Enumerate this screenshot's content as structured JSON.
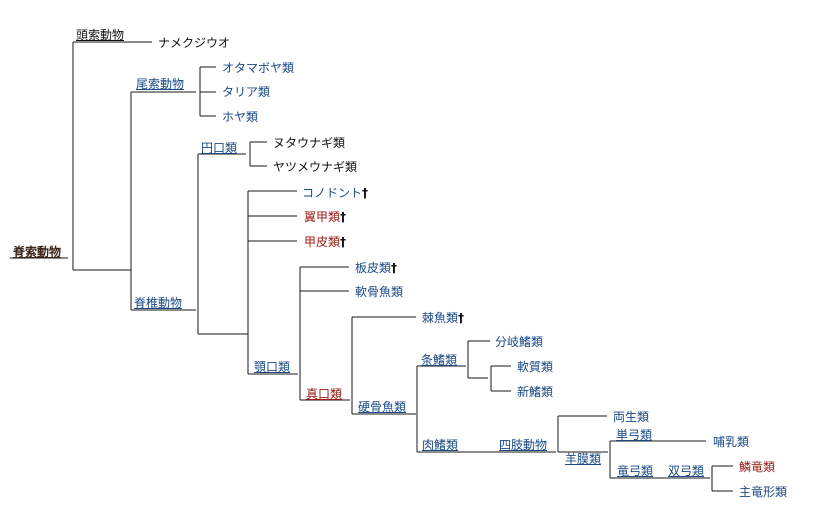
{
  "tree": {
    "root": "脊索動物",
    "nodes": {
      "cephalochordata": "頭索動物",
      "amphioxus": "ナメクジウオ",
      "urochordata": "尾索動物",
      "appendicularia": "オタマボヤ類",
      "thaliacea": "タリア類",
      "ascidiacea": "ホヤ類",
      "vertebrata": "脊椎動物",
      "cyclostomata": "円口類",
      "hagfish": "ヌタウナギ類",
      "lamprey": "ヤツメウナギ類",
      "conodont": "コノドント",
      "pteraspidomorphi": "翼甲類",
      "cephalaspidomorphi": "甲皮類",
      "gnathostomata": "顎口類",
      "placodermi": "板皮類",
      "chondrichthyes": "軟骨魚類",
      "teleostomi": "真口類",
      "acanthodii": "棘魚類",
      "osteichthyes": "硬骨魚類",
      "actinopterygii": "条鰭類",
      "cladistia": "分岐鰭類",
      "chondrostei": "軟質類",
      "neopterygii": "新鰭類",
      "sarcopterygii": "肉鰭類",
      "tetrapoda": "四肢動物",
      "amphibia": "両生類",
      "amniota": "羊膜類",
      "synapsida": "単弓類",
      "mammalia": "哺乳類",
      "reptiliomorpha": "竜弓類",
      "diapsida": "双弓類",
      "lepidosauria": "鱗竜類",
      "archosauromorpha": "主竜形類"
    },
    "extinct_mark": "†"
  }
}
